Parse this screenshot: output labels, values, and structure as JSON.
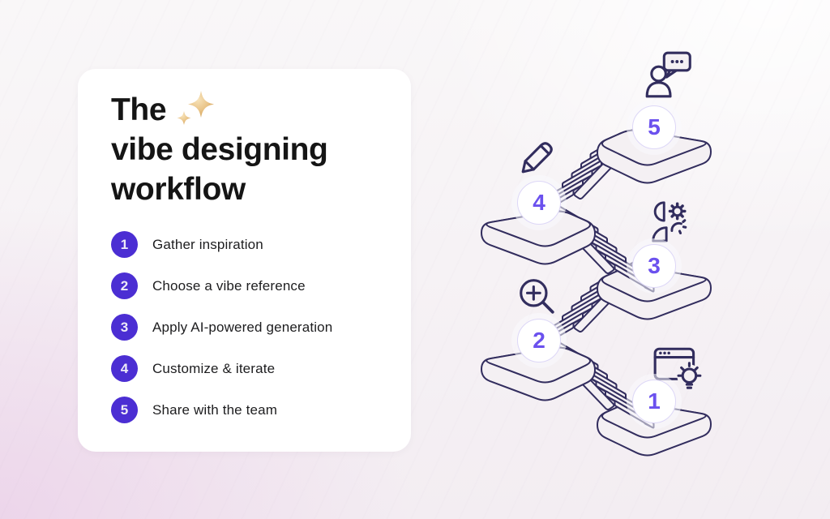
{
  "card": {
    "title": {
      "line1": "The",
      "line2": "vibe designing",
      "line3": "workflow"
    },
    "steps": [
      {
        "num": "1",
        "label": "Gather inspiration"
      },
      {
        "num": "2",
        "label": "Choose a vibe reference"
      },
      {
        "num": "3",
        "label": "Apply AI-powered generation"
      },
      {
        "num": "4",
        "label": "Customize & iterate"
      },
      {
        "num": "5",
        "label": "Share with the team"
      }
    ]
  },
  "diagram": {
    "badges": [
      {
        "num": "1",
        "icon": "browser-idea-icon"
      },
      {
        "num": "2",
        "icon": "zoom-in-icon"
      },
      {
        "num": "3",
        "icon": "user-gear-icon"
      },
      {
        "num": "4",
        "icon": "pencil-icon"
      },
      {
        "num": "5",
        "icon": "user-chat-icon"
      }
    ]
  },
  "colors": {
    "list_circle_purple": "#4b2ed3",
    "badge_number_purple": "#6b51ee",
    "outline_indigo": "#322d5e",
    "sparkle_gold": "#e2b673",
    "card_white": "#ffffff"
  }
}
